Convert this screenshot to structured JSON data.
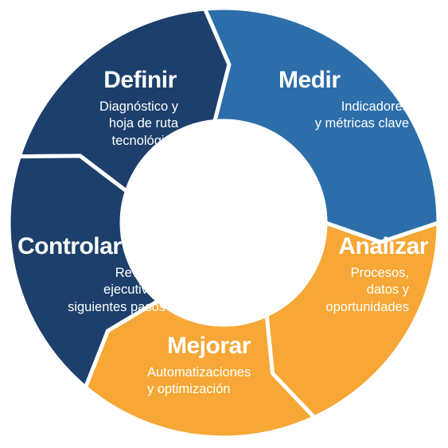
{
  "colors": {
    "dark_navy": "#1d3f6b",
    "medium_blue": "#2c6ea9",
    "orange": "#f6a735",
    "background": "#ffffff"
  },
  "segments": [
    {
      "id": "definir",
      "title": "Definir",
      "desc": "Diagnóstico y\nhoja de ruta\ntecnológica",
      "color": "#1d3f6b"
    },
    {
      "id": "medir",
      "title": "Medir",
      "desc": "Indicadores\ny métricas clave",
      "color": "#2c6ea9"
    },
    {
      "id": "analizar",
      "title": "Analizar",
      "desc": "Procesos,\ndatos y\noportunidades",
      "color": "#f6a735"
    },
    {
      "id": "mejorar",
      "title": "Mejorar",
      "desc": "Automatizaciones\ny optimización",
      "color": "#f6a735"
    },
    {
      "id": "controlar",
      "title": "Controlar",
      "desc": "Revisión\nejecutiva y\nsiguientes pasos",
      "color": "#1d3f6b"
    }
  ]
}
